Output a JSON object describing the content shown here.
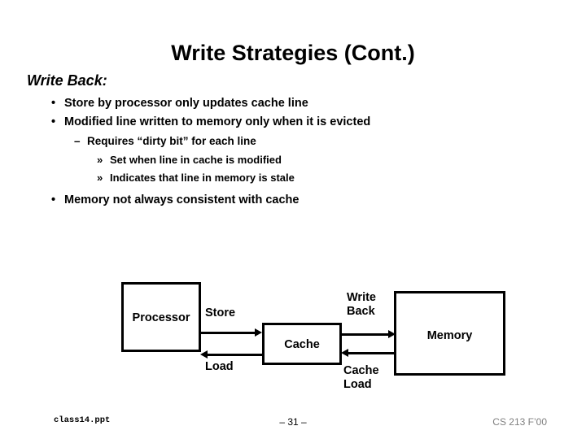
{
  "slide": {
    "title": "Write Strategies (Cont.)",
    "subtitle": "Write Back:",
    "bullets": [
      {
        "level": 1,
        "marker": "•",
        "text": "Store by processor only updates cache line"
      },
      {
        "level": 1,
        "marker": "•",
        "text": "Modified line written to memory only when it is evicted"
      },
      {
        "level": 2,
        "marker": "–",
        "text": "Requires “dirty bit” for each line"
      },
      {
        "level": 3,
        "marker": "»",
        "text": "Set when line in cache is modified"
      },
      {
        "level": 3,
        "marker": "»",
        "text": "Indicates that line in memory is stale"
      },
      {
        "level": 1,
        "marker": "•",
        "text": "Memory not always consistent with cache"
      }
    ]
  },
  "diagram": {
    "processor_label": "Processor",
    "cache_label": "Cache",
    "memory_label": "Memory",
    "store_label": "Store",
    "load_label": "Load",
    "write_back_label_line1": "Write",
    "write_back_label_line2": "Back",
    "cache_load_label_line1": "Cache",
    "cache_load_label_line2": "Load"
  },
  "footer": {
    "file": "class14.ppt",
    "page": "– 31 –",
    "course": "CS 213 F’00"
  }
}
